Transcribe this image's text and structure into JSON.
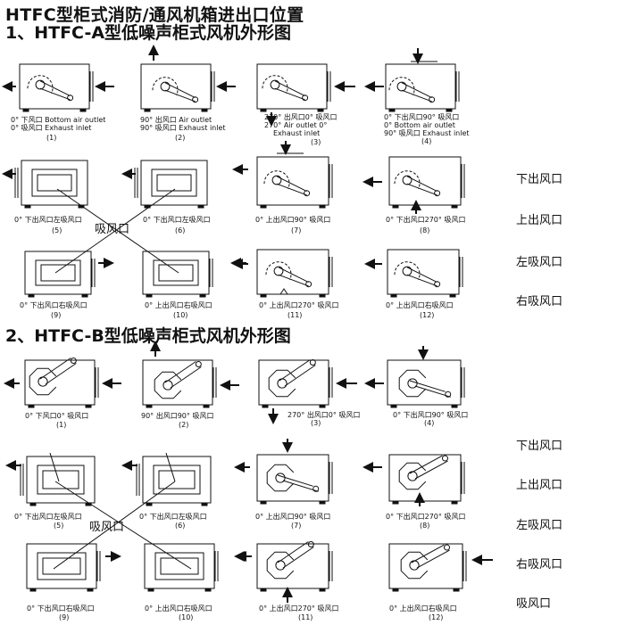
{
  "titles": {
    "main": "HTFC型柜式消防/通风机箱进出口位置",
    "section_a": "1、HTFC-A型低噪声柜式风机外形图",
    "section_b": "2、HTFC-B型低噪声柜式风机外形图"
  },
  "section_a": {
    "captions": {
      "c1": [
        "0°  下风口 Bottom air outlet",
        "0°  吸风口 Exhaust inlet"
      ],
      "c2": [
        "90°  出风口 Air outlet",
        "90°  吸风口 Exhaust inlet"
      ],
      "c3": [
        "270°  出风口0°  吸风口",
        "270°  Air outlet 0°",
        "Exhaust inlet"
      ],
      "c4": [
        "0°    下出风口90°  吸风口",
        "0°    Bottom air outlet",
        "90°  吸风口 Exhaust inlet"
      ],
      "c5": [
        "0°  下出风口左吸风口"
      ],
      "c6": [
        "0°  下出风口左吸风口"
      ],
      "c7": [
        "0°  上出风口90°  吸风口"
      ],
      "c8": [
        "0°  下出风口270°  吸风口"
      ],
      "c9": [
        "0°  下出风口右吸风口"
      ],
      "c10": [
        "0°  上出风口右吸风口"
      ],
      "c11": [
        "0°  上出风口270°  吸风口"
      ],
      "c12": [
        "0°  上出风口右吸风口"
      ]
    },
    "numbers": [
      "(1)",
      "(2)",
      "(3)",
      "(4)",
      "(5)",
      "(6)",
      "(7)",
      "(8)",
      "(9)",
      "(10)",
      "(11)",
      "(12)"
    ],
    "cross_label": "吸风口",
    "legend": [
      "下出风口",
      "上出风口",
      "左吸风口",
      "右吸风口"
    ]
  },
  "section_b": {
    "captions": {
      "c1": [
        "0°  下风口0°  吸风口"
      ],
      "c2": [
        "90°  出风口90°  吸风口"
      ],
      "c3": [
        "270°  出风口0°  吸风口"
      ],
      "c4": [
        "0°  下出风口90°  吸风口"
      ],
      "c5": [
        "0°  下出风口左吸风口"
      ],
      "c6": [
        "0°  下出风口左吸风口"
      ],
      "c7": [
        "0°  上出风口90°  吸风口"
      ],
      "c8": [
        "0°  下出风口270°  吸风口"
      ],
      "c9": [
        "0°  下出风口右吸风口"
      ],
      "c10": [
        "0°  上出风口右吸风口"
      ],
      "c11": [
        "0°  上出风口270°  吸风口"
      ],
      "c12": [
        "0°  上出风口右吸风口"
      ]
    },
    "numbers": [
      "(1)",
      "(2)",
      "(3)",
      "(4)",
      "(5)",
      "(6)",
      "(7)",
      "(8)",
      "(9)",
      "(10)",
      "(11)",
      "(12)"
    ],
    "cross_label": "吸风口",
    "legend": [
      "下出风口",
      "上出风口",
      "左吸风口",
      "右吸风口",
      "吸风口"
    ]
  }
}
